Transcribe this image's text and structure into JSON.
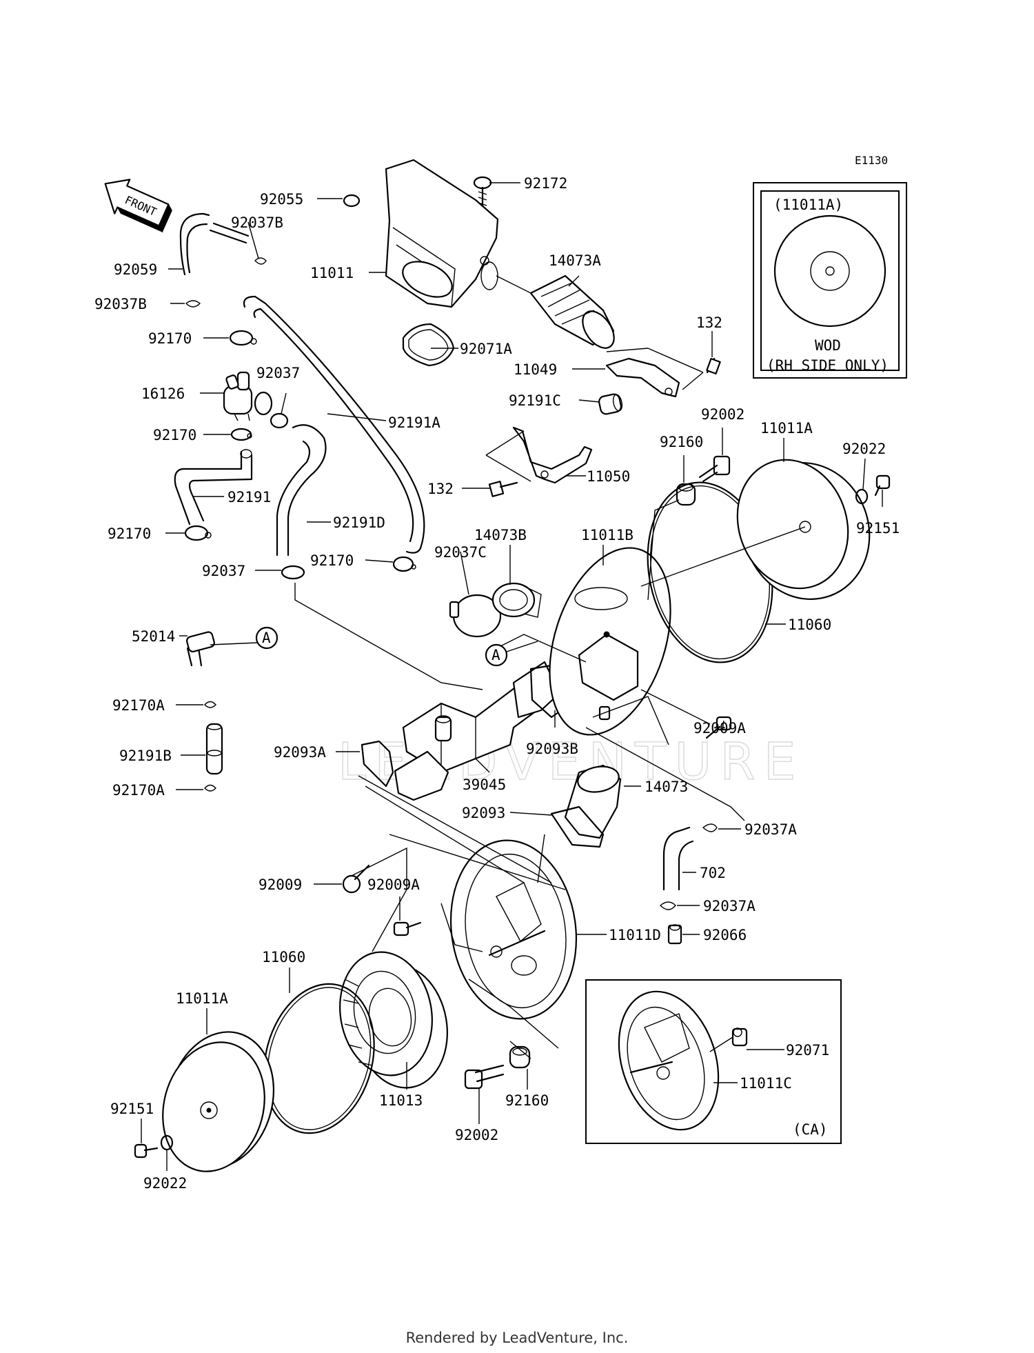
{
  "diagram_code": "E1130",
  "front_label": "FRONT",
  "watermark": "LEADVENTURE",
  "footer": "Rendered by LeadVenture, Inc.",
  "inset_wod": {
    "part": "(11011A)",
    "line1": "WOD",
    "line2": "(RH SIDE ONLY)"
  },
  "inset_ca": {
    "note": "(CA)"
  },
  "callout_a": "A",
  "parts": {
    "p92055": "92055",
    "p92172": "92172",
    "p92037b_1": "92037B",
    "p92059": "92059",
    "p11011": "11011",
    "p14073a": "14073A",
    "p92037b_2": "92037B",
    "p92170_1": "92170",
    "p92071a": "92071A",
    "p132_1": "132",
    "p11049": "11049",
    "p16126": "16126",
    "p92037_1": "92037",
    "p92191c": "92191C",
    "p92191a": "92191A",
    "p92170_2": "92170",
    "p92002_1": "92002",
    "p11011a_1": "11011A",
    "p92160_1": "92160",
    "p92022_1": "92022",
    "p132_2": "132",
    "p11050": "11050",
    "p92191": "92191",
    "p92151_1": "92151",
    "p92170_3": "92170",
    "p14073b": "14073B",
    "p11011b": "11011B",
    "p92191d": "92191D",
    "p92037c": "92037C",
    "p92170_4": "92170",
    "p92037_2": "92037",
    "p11060_1": "11060",
    "p52014": "52014",
    "p92009a_1": "92009A",
    "p92170a_1": "92170A",
    "p92093b": "92093B",
    "p92191b": "92191B",
    "p92093a": "92093A",
    "p39045": "39045",
    "p92170a_2": "92170A",
    "p14073": "14073",
    "p92093": "92093",
    "p92037a_1": "92037A",
    "p702": "702",
    "p92009": "92009",
    "p92009a_2": "92009A",
    "p92037a_2": "92037A",
    "p11011d": "11011D",
    "p92066": "92066",
    "p11060_2": "11060",
    "p11011a_2": "11011A",
    "p92071": "92071",
    "p11011c": "11011C",
    "p11013": "11013",
    "p92160_2": "92160",
    "p92151_2": "92151",
    "p92002_2": "92002",
    "p92022_2": "92022"
  }
}
